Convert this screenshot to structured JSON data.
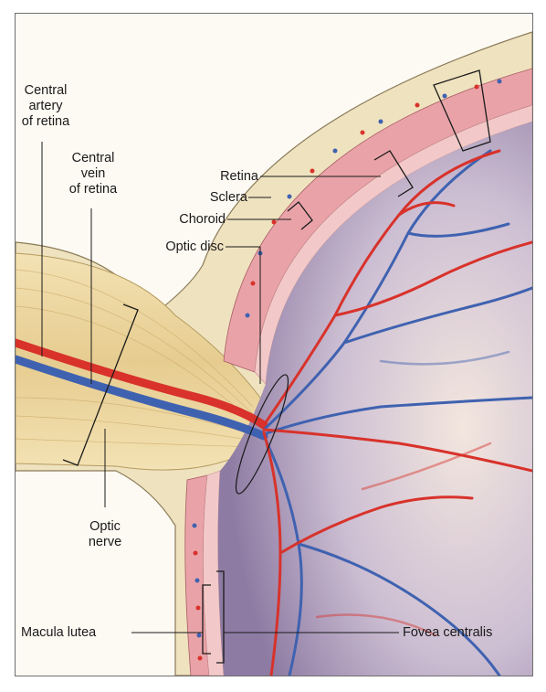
{
  "labels": {
    "central_artery": [
      "Central",
      "artery",
      "of retina"
    ],
    "central_vein": [
      "Central",
      "vein",
      "of retina"
    ],
    "retina": "Retina",
    "sclera": "Sclera",
    "choroid": "Choroid",
    "optic_disc": "Optic disc",
    "optic_nerve": [
      "Optic",
      "nerve"
    ],
    "macula_lutea": "Macula lutea",
    "fovea_centralis": "Fovea centralis"
  },
  "colors": {
    "sclera": "#efe2bf",
    "nerve": "#ead29b",
    "choroid": "#e9a3a8",
    "retina_layer": "#f2c9c8",
    "eyeball_interior": "#b8a9c6",
    "artery": "#d8322b",
    "vein": "#3f62b0"
  }
}
